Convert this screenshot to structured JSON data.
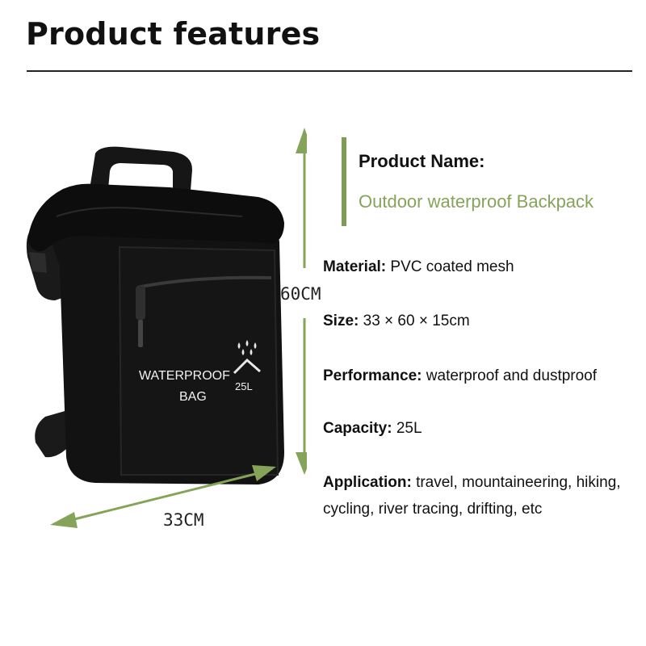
{
  "page": {
    "title": "Product features"
  },
  "dimensions": {
    "height": "60CM",
    "width": "33CM"
  },
  "bag": {
    "print_line1": "WATERPROOF",
    "print_line2": "BAG",
    "capacity_print": "25L"
  },
  "product": {
    "name_label": "Product Name:",
    "name_value": "Outdoor waterproof Backpack"
  },
  "specs": {
    "material": {
      "label": "Material:",
      "value": "PVC coated mesh"
    },
    "size": {
      "label": "Size:",
      "value": "33 × 60 × 15cm"
    },
    "performance": {
      "label": "Performance:",
      "value": "waterproof and dustproof"
    },
    "capacity": {
      "label": "Capacity:",
      "value": "25L"
    },
    "application": {
      "label": "Application:",
      "value": "travel, mountaineering, hiking, cycling, river tracing, drifting, etc"
    }
  },
  "colors": {
    "accent": "#7e9c55",
    "bag": "#121212"
  },
  "icons": [
    "droplets-icon",
    "arrow-vertical-icon",
    "arrow-horizontal-icon"
  ]
}
